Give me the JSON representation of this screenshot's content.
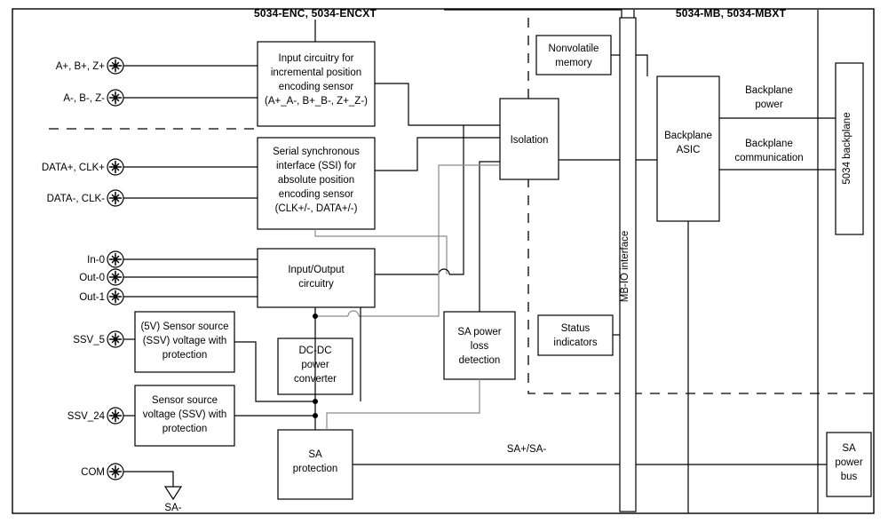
{
  "diagram": {
    "title_left": "5034-ENC, 5034-ENCXT",
    "title_right": "5034-MB, 5034-MBXT"
  },
  "terminals": [
    {
      "id": "t-abz-pos",
      "label": "A+, B+, Z+",
      "icon": "screw-terminal-icon"
    },
    {
      "id": "t-abz-neg",
      "label": "A-, B-, Z-",
      "icon": "screw-terminal-icon"
    },
    {
      "id": "t-data-pos",
      "label": "DATA+, CLK+",
      "icon": "screw-terminal-icon"
    },
    {
      "id": "t-data-neg",
      "label": "DATA-, CLK-",
      "icon": "screw-terminal-icon"
    },
    {
      "id": "t-in0",
      "label": "In-0",
      "icon": "screw-terminal-icon"
    },
    {
      "id": "t-out0",
      "label": "Out-0",
      "icon": "screw-terminal-icon"
    },
    {
      "id": "t-out1",
      "label": "Out-1",
      "icon": "screw-terminal-icon"
    },
    {
      "id": "t-ssv5",
      "label": "SSV_5",
      "icon": "screw-terminal-icon"
    },
    {
      "id": "t-ssv24",
      "label": "SSV_24",
      "icon": "screw-terminal-icon"
    },
    {
      "id": "t-com",
      "label": "COM",
      "icon": "screw-terminal-icon"
    }
  ],
  "blocks": {
    "incremental_input": [
      "Input circuitry for",
      "incremental position",
      "encoding sensor",
      "(A+_A-, B+_B-, Z+_Z-)"
    ],
    "ssi": [
      "Serial synchronous",
      "interface (SSI) for",
      "absolute position",
      "encoding sensor",
      "(CLK+/-, DATA+/-)"
    ],
    "io_circuitry": [
      "Input/Output",
      "circuitry"
    ],
    "ssv5": [
      "(5V) Sensor source",
      "(SSV) voltage with",
      "protection"
    ],
    "ssv24": [
      "Sensor source",
      "voltage (SSV) with",
      "protection"
    ],
    "dcdc": [
      "DC-DC",
      "power",
      "converter"
    ],
    "sa_protection": [
      "SA",
      "protection"
    ],
    "isolation": [
      "Isolation"
    ],
    "nonvolatile_memory": [
      "Nonvolatile",
      "memory"
    ],
    "sa_power_loss": [
      "SA power",
      "loss",
      "detection"
    ],
    "status_indicators": [
      "Status",
      "indicators"
    ],
    "mb_io_interface": [
      "MB-IO interface"
    ],
    "backplane_asic": [
      "Backplane",
      "ASIC"
    ],
    "backplane_5034": [
      "5034 backplane"
    ],
    "sa_power_bus": [
      "SA",
      "power",
      "bus"
    ]
  },
  "wire_labels": {
    "backplane_power": [
      "Backplane",
      "power"
    ],
    "backplane_communication": [
      "Backplane",
      "communication"
    ],
    "sa_bus": "SA+/SA-",
    "sa_ground": "SA-"
  },
  "colors": {
    "line": "#000000",
    "line_secondary": "#8a8a8a",
    "background": "#ffffff"
  }
}
